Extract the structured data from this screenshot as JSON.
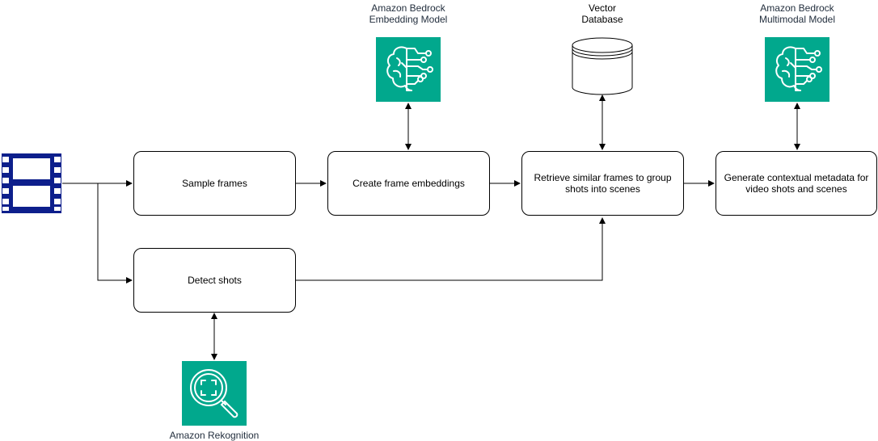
{
  "diagram": {
    "colors": {
      "service_icon": "#01a88d",
      "video_icon": "#0d1f8c",
      "line": "#000000"
    },
    "nodes": {
      "sample_frames": "Sample frames",
      "create_embeddings": "Create frame embeddings",
      "retrieve_similar": "Retrieve similar frames to group shots into scenes",
      "generate_metadata": "Generate contextual metadata for video shots and scenes",
      "detect_shots": "Detect shots"
    },
    "services": {
      "bedrock_embedding": {
        "line1": "Amazon Bedrock",
        "line2": "Embedding Model",
        "icon": "brain-circuit-icon"
      },
      "vector_db": {
        "line1": "Vector",
        "line2": "Database",
        "icon": "database-cylinder-icon"
      },
      "bedrock_multimodal": {
        "line1": "Amazon Bedrock",
        "line2": "Multimodal Model",
        "icon": "brain-circuit-icon"
      },
      "rekognition": {
        "line1": "Amazon Rekognition",
        "icon": "magnifier-focus-icon"
      }
    },
    "input": {
      "icon": "film-strip-icon"
    }
  }
}
